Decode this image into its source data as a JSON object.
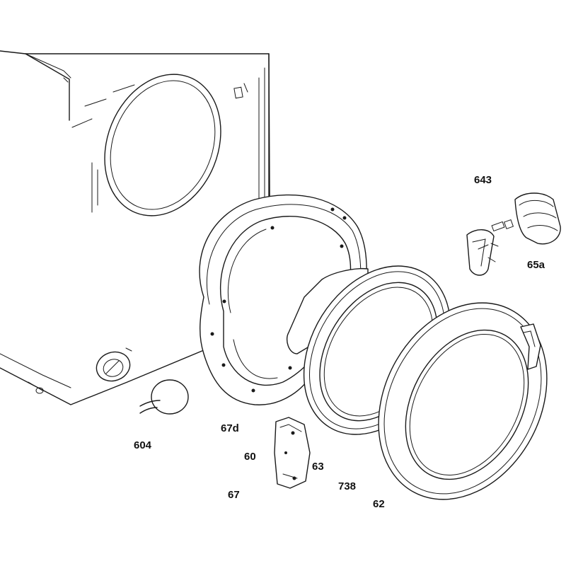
{
  "callouts": [
    {
      "id": "643",
      "text": "643"
    },
    {
      "id": "65a",
      "text": "65a"
    },
    {
      "id": "604",
      "text": "604"
    },
    {
      "id": "67d",
      "text": "67d"
    },
    {
      "id": "60",
      "text": "60"
    },
    {
      "id": "63",
      "text": "63"
    },
    {
      "id": "67",
      "text": "67"
    },
    {
      "id": "738",
      "text": "738"
    },
    {
      "id": "62",
      "text": "62"
    }
  ]
}
